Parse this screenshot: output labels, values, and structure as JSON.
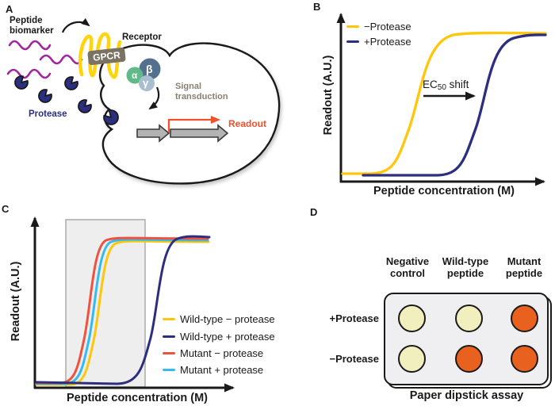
{
  "figure": {
    "panel_labels": {
      "a": "A",
      "b": "B",
      "c": "C",
      "d": "D"
    },
    "colors": {
      "yellow": "#FFC60A",
      "navy": "#2C2F80",
      "red": "#EE5340",
      "cyan": "#35BCEE",
      "purple": "#A224A0",
      "orange_well": "#E9611E",
      "pale_well": "#F2EFBE",
      "readout_accent": "#F2512E",
      "signal_text": "#8B8070",
      "gpcr_yellow": "#FFD40B",
      "gpcr_box": "#7A7263",
      "alpha_green": "#5FBA87",
      "beta_slate": "#53708F",
      "gamma_gray": "#A9BECE",
      "gene_arrow_fill": "#B3B3B3",
      "gene_arrow_stroke": "#3A3A3A",
      "card_bg": "#EFEFF1",
      "shade_bg": "#EFEEEF",
      "shade_border": "#ACACAC",
      "text": "#1A1A1A"
    }
  },
  "panel_a": {
    "biomarker_line1": "Peptide",
    "biomarker_line2": "biomarker",
    "protease_label": "Protease",
    "receptor_label": "Receptor",
    "gpcr_label": "GPCR",
    "g_protein": {
      "alpha": "α",
      "beta": "β",
      "gamma": "γ"
    },
    "signal_line1": "Signal",
    "signal_line2": "transduction",
    "readout_label": "Readout"
  },
  "panel_b": {
    "y_axis_label": "Readout (A.U.)",
    "x_axis_label": "Peptide concentration (M)",
    "legend": [
      {
        "label": "−Protease",
        "color": "#FFC60A"
      },
      {
        "label": "+Protease",
        "color": "#2C2F80"
      }
    ],
    "ec50": {
      "prefix": "EC",
      "sub": "50",
      "suffix": " shift"
    }
  },
  "panel_c": {
    "y_axis_label": "Readout (A.U.)",
    "x_axis_label": "Peptide concentration (M)",
    "legend": [
      {
        "label": "Wild-type − protease",
        "color": "#FFC60A"
      },
      {
        "label": "Wild-type + protease",
        "color": "#2C2F80"
      },
      {
        "label": "Mutant − protease",
        "color": "#EE5340"
      },
      {
        "label": "Mutant + protease",
        "color": "#35BCEE"
      }
    ]
  },
  "panel_d": {
    "col_headers": [
      [
        "Negative",
        "control"
      ],
      [
        "Wild-type",
        "peptide"
      ],
      [
        "Mutant",
        "peptide"
      ]
    ],
    "row_labels": [
      "+Protease",
      "−Protease"
    ],
    "caption": "Paper dipstick assay",
    "wells_hex": [
      [
        "#F2EFBE",
        "#F2EFBE",
        "#E9611E"
      ],
      [
        "#F2EFBE",
        "#E9611E",
        "#E9611E"
      ]
    ]
  },
  "chart_data": [
    {
      "type": "line",
      "panel": "B",
      "title": "",
      "xlabel": "Peptide concentration (M)",
      "ylabel": "Readout (A.U.)",
      "x_axis_numeric": false,
      "grid": false,
      "legend_position": "top-left",
      "series": [
        {
          "name": "−Protease",
          "color": "#FFC60A",
          "shape": "sigmoid",
          "ec50_x_fraction": 0.38,
          "baseline_y_fraction": 0.05,
          "plateau_y_fraction": 0.95
        },
        {
          "name": "+Protease",
          "color": "#2C2F80",
          "shape": "sigmoid",
          "ec50_x_fraction": 0.68,
          "baseline_y_fraction": 0.04,
          "plateau_y_fraction": 0.94
        }
      ],
      "annotations": [
        {
          "text": "EC50 shift",
          "type": "horizontal-arrow-right",
          "position": "between curves at mid-height"
        }
      ]
    },
    {
      "type": "line",
      "panel": "C",
      "title": "",
      "xlabel": "Peptide concentration (M)",
      "ylabel": "Readout (A.U.)",
      "x_axis_numeric": false,
      "grid": false,
      "legend_position": "right",
      "series": [
        {
          "name": "Wild-type − protease",
          "color": "#FFC60A",
          "shape": "sigmoid",
          "ec50_x_fraction": 0.3,
          "plateau_y_fraction": 0.93
        },
        {
          "name": "Wild-type + protease",
          "color": "#2C2F80",
          "shape": "sigmoid",
          "ec50_x_fraction": 0.58,
          "plateau_y_fraction": 0.95
        },
        {
          "name": "Mutant − protease",
          "color": "#EE5340",
          "shape": "sigmoid",
          "ec50_x_fraction": 0.25,
          "plateau_y_fraction": 0.94
        },
        {
          "name": "Mutant + protease",
          "color": "#35BCEE",
          "shape": "sigmoid",
          "ec50_x_fraction": 0.27,
          "plateau_y_fraction": 0.935
        }
      ],
      "highlight_region_x_fraction": [
        0.16,
        0.55
      ]
    },
    {
      "type": "table",
      "panel": "D",
      "title": "Paper dipstick assay",
      "columns": [
        "Negative control",
        "Wild-type peptide",
        "Mutant peptide"
      ],
      "rows": [
        "+Protease",
        "−Protease"
      ],
      "values": [
        [
          "pale-yellow",
          "pale-yellow",
          "orange"
        ],
        [
          "pale-yellow",
          "orange",
          "orange"
        ]
      ]
    }
  ]
}
